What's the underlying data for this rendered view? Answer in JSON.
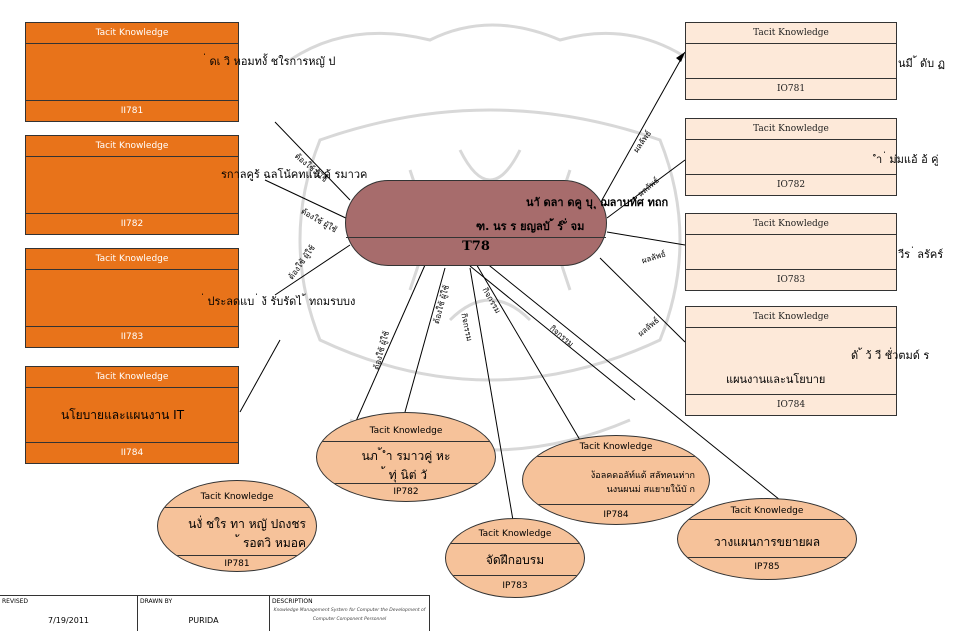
{
  "tacit_label": "Tacit Knowledge",
  "input_boxes": [
    {
      "text": "่ ดเ วิ หอมทงั้ ชใรการหญั ป",
      "code": "II781"
    },
    {
      "text": "รกาลคูร้ ฉลโน้คทแน้ ค้ รมาวค",
      "code": "II782"
    },
    {
      "text": "่ ประลดแบ ่ ง้ รับรัดไ ้ ทถมรบบง",
      "code": "II783"
    },
    {
      "text": "นโยบายและแผนงาน IT",
      "code": "II784"
    }
  ],
  "output_boxes": [
    {
      "text": "นมี ้ ดับ ฏ",
      "text2": "",
      "code": "IO781"
    },
    {
      "text": "ำ ่ ม่มแอ้ อ้ คู่",
      "text2": "",
      "code": "IO782"
    },
    {
      "text": "วีร ่ ลรัคร์",
      "text2": "",
      "code": "IO783"
    },
    {
      "text": "ดั ้ ว้ วี ชั่วตมด์ ร",
      "text2": "แผนงานและนโยบาย",
      "code": "IO784"
    }
  ],
  "center": {
    "line1": "นาั ดลา ดคู บุ ุ ฌลาบทัศ ทถก",
    "line2": "ฑ. นร ร ยญลบั ้ ร์ ั่ จม",
    "code": "T78"
  },
  "process_ellipses": [
    {
      "line1": "นภ ้ ำ รมาวคู่ หะ",
      "line2": "้ ทุ่ นิต่ วั",
      "code": "IP782"
    },
    {
      "line1": "นงั่ ชใร ทา หญั ปถงชร",
      "line2": "้ รอตวิ หมอค",
      "code": "IP781"
    },
    {
      "line1": "จัดฝึกอบรม",
      "line2": "",
      "code": "IP783"
    },
    {
      "line1": "ง้อลคดอลัท์แด้ สลัทคนห่าก",
      "line2": "นงนผนม่ สแยายใน้บั ก",
      "code": "IP784"
    },
    {
      "line1": "วางแผนการขยายผล",
      "line2": "",
      "code": "IP785"
    }
  ],
  "edge_labels": {
    "input": "ต้องใช้ ผู้ใช้",
    "output": "ผลลัพธ์",
    "process": "กิจกรรม"
  },
  "title_block": {
    "revised_label": "REVISED",
    "revised_value": "7/19/2011",
    "drawn_label": "DRAWN BY",
    "drawn_value": "PURIDA",
    "desc_label": "DESCRIPTION",
    "desc_value": "Knowledge Management System for Computer the Development of Computer Component Personnel"
  },
  "colors": {
    "input_fill": "#e8731a",
    "output_fill": "#fde9d9",
    "center_fill": "#a76c6c",
    "process_fill": "#f6c29a"
  }
}
